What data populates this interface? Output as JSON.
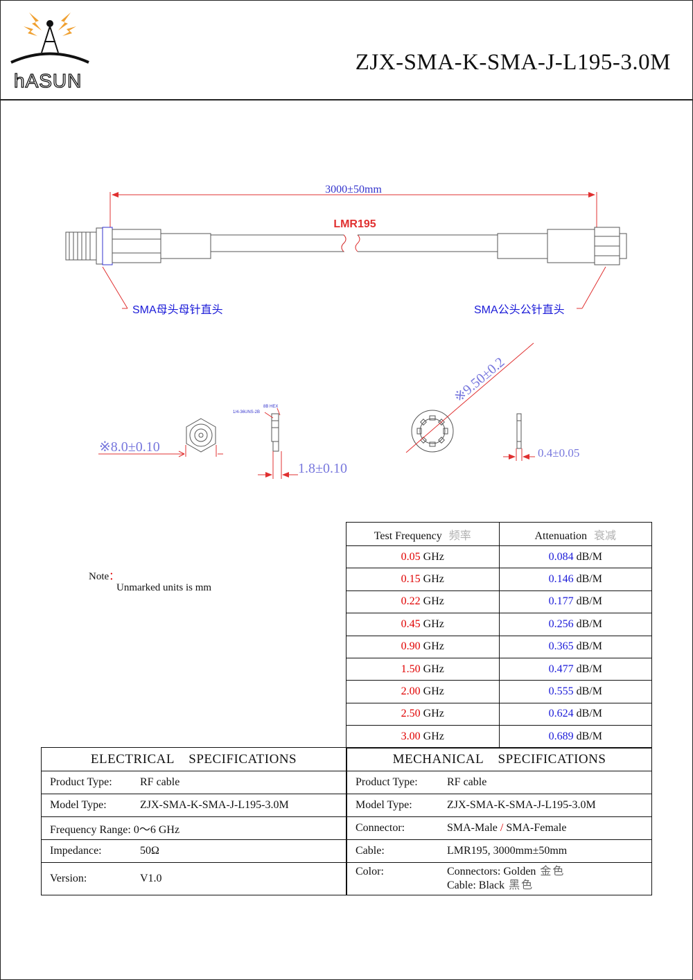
{
  "header": {
    "logo_text": "hASUN",
    "title": "ZJX-SMA-K-SMA-J-L195-3.0M"
  },
  "drawing": {
    "overall_length": "3000±50mm",
    "cable_label": "LMR195",
    "left_connector_label": "SMA母头母针直头",
    "right_connector_label": "SMA公头公针直头",
    "hex_dim": "※8.0±0.10",
    "thread_label": "1/4-36UNS-2B",
    "hex_label": "8B HEX",
    "side_dim": "1.8±0.10",
    "washer_dim": "※9.50±0.2",
    "thickness_dim": "0.4±0.05"
  },
  "note": {
    "label": "Note",
    "colon": "：",
    "text": "Unmarked units is mm"
  },
  "attenuation": {
    "col1_en": "Test Frequency",
    "col1_cn": "频率",
    "col2_en": "Attenuation",
    "col2_cn": "衰减",
    "freq_unit": "GHz",
    "att_unit": "dB/M",
    "rows": [
      {
        "freq": "0.05",
        "att": "0.084"
      },
      {
        "freq": "0.15",
        "att": "0.146"
      },
      {
        "freq": "0.22",
        "att": "0.177"
      },
      {
        "freq": "0.45",
        "att": "0.256"
      },
      {
        "freq": "0.90",
        "att": "0.365"
      },
      {
        "freq": "1.50",
        "att": "0.477"
      },
      {
        "freq": "2.00",
        "att": "0.555"
      },
      {
        "freq": "2.50",
        "att": "0.624"
      },
      {
        "freq": "3.00",
        "att": "0.689"
      }
    ]
  },
  "electrical": {
    "title": "ELECTRICAL    SPECIFICATIONS",
    "product_type_label": "Product Type:",
    "product_type": "RF cable",
    "model_label": "Model Type:",
    "model": "ZJX-SMA-K-SMA-J-L195-3.0M",
    "freq_label": "Frequency Range:",
    "freq": "0～6 GHz",
    "impedance_label": "Impedance:",
    "impedance": "50Ω",
    "version_label": "Version:",
    "version": "V1.0"
  },
  "mechanical": {
    "title": "MECHANICAL    SPECIFICATIONS",
    "product_type_label": "Product Type:",
    "product_type": "RF cable",
    "model_label": "Model Type:",
    "model": "ZJX-SMA-K-SMA-J-L195-3.0M",
    "connector_label": "Connector:",
    "connector_a": "SMA-Male",
    "connector_sep": "/",
    "connector_b": "SMA-Female",
    "cable_label": "Cable:",
    "cable": "LMR195, 3000mm±50mm",
    "color_label": "Color:",
    "color_connectors": "Connectors: Golden",
    "color_connectors_cn": "金色",
    "color_cable": "Cable: Black",
    "color_cable_cn": "黑色"
  },
  "colors": {
    "dimension_blue": "#3333cc",
    "dimension_red": "#e03030",
    "logo_orange": "#f0a030"
  }
}
